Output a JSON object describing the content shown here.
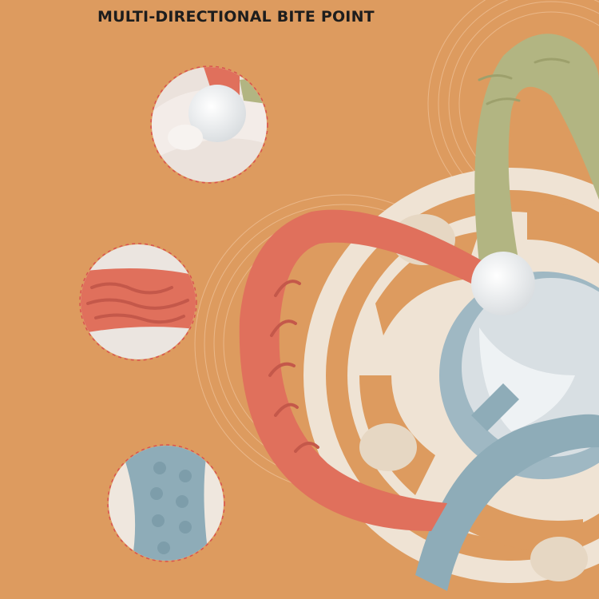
{
  "headline": "MULTI-DIRECTIONAL BITE POINT",
  "colors": {
    "background": "#dd9b5f",
    "coral_ring": "#e0705c",
    "olive_ring": "#b2b582",
    "blue_ring": "#8eacb8",
    "ivory_frame": "#f1e6d8",
    "center_bead": "#f7f7f7"
  },
  "callouts": [
    {
      "name": "detail-circle-center-bead",
      "depicts": "center bead"
    },
    {
      "name": "detail-circle-wavy-texture",
      "depicts": "wavy ridges"
    },
    {
      "name": "detail-circle-dot-texture",
      "depicts": "raised dots"
    }
  ]
}
